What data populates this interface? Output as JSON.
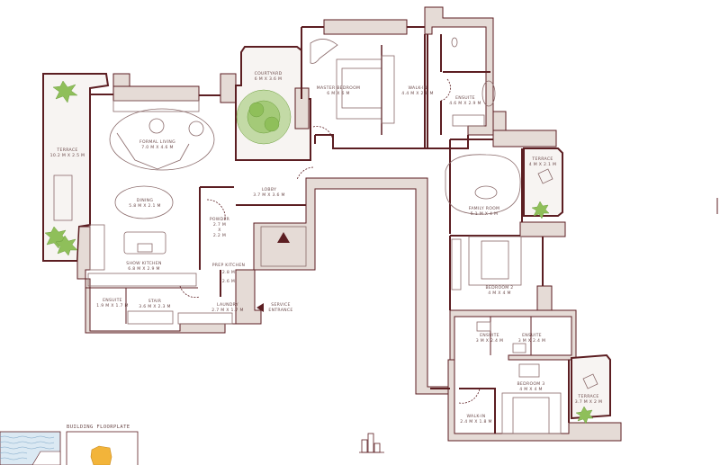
{
  "rooms": [
    {
      "name": "TERRACE",
      "dims": "10.2 M X 2.5 M"
    },
    {
      "name": "FORMAL LIVING",
      "dims": "7.0 M X 4.6 M"
    },
    {
      "name": "DINING",
      "dims": "5.8 M X 2.1 M"
    },
    {
      "name": "SHOW KITCHEN",
      "dims": "6.8 M X 2.9 M"
    },
    {
      "name": "COURTYARD",
      "dims": "6 M X 3.6 M"
    },
    {
      "name": "MASTER BEDROOM",
      "dims": "6 M X 6 M"
    },
    {
      "name": "WALK-IN",
      "dims": "4.4 M X 2.8 M"
    },
    {
      "name": "ENSUITE",
      "dims": "4.6 M X 2.9 M"
    },
    {
      "name": "LOBBY",
      "dims": "3.7 M X 3.6 M"
    },
    {
      "name": "POWDER",
      "dims": "2.7 M",
      "dims_x": "X",
      "dims2": "2.2 M"
    },
    {
      "name": "PREP KITCHEN",
      "dims": "2.8 M",
      "dims2": "2.6 M"
    },
    {
      "name": "ENSUITE",
      "dims": "1.9 M X 1.7 M"
    },
    {
      "name": "STAIR",
      "dims": "3.6 M X 2.3 M"
    },
    {
      "name": "LAUNDRY",
      "dims": "2.7 M X 1.7 M"
    },
    {
      "name": "SERVICE",
      "dims": "ENTRANCE"
    },
    {
      "name": "FAMILY ROOM",
      "dims": "5.1 M X 4 M"
    },
    {
      "name": "TERRACE",
      "dims": "4 M X 2.1 M"
    },
    {
      "name": "BEDROOM 2",
      "dims": "4 M X 4 M"
    },
    {
      "name": "ENSUITE",
      "dims": "3 M X 2.4 M"
    },
    {
      "name": "ENSUITE",
      "dims": "3 M X 2.4 M"
    },
    {
      "name": "BEDROOM 3",
      "dims": "4 M X 4 M"
    },
    {
      "name": "TERRACE",
      "dims": "3.7 M X 2 M"
    },
    {
      "name": "WALK-IN",
      "dims": "2.4 M X 1.8 M"
    }
  ],
  "building_floorplate": {
    "label": "BUILDING FLOORPLATE"
  },
  "icons": {
    "entrance": "triangle-arrow-icon",
    "building": "buildings-icon",
    "plants": "plant-icon",
    "tree": "tree-icon"
  },
  "colors": {
    "wall": "#5c1e22",
    "wall_fill": "#e5dbd6",
    "plant": "#8fbf5a",
    "floorplate_highlight": "#f2b43a",
    "water": "#cfe3f0"
  }
}
